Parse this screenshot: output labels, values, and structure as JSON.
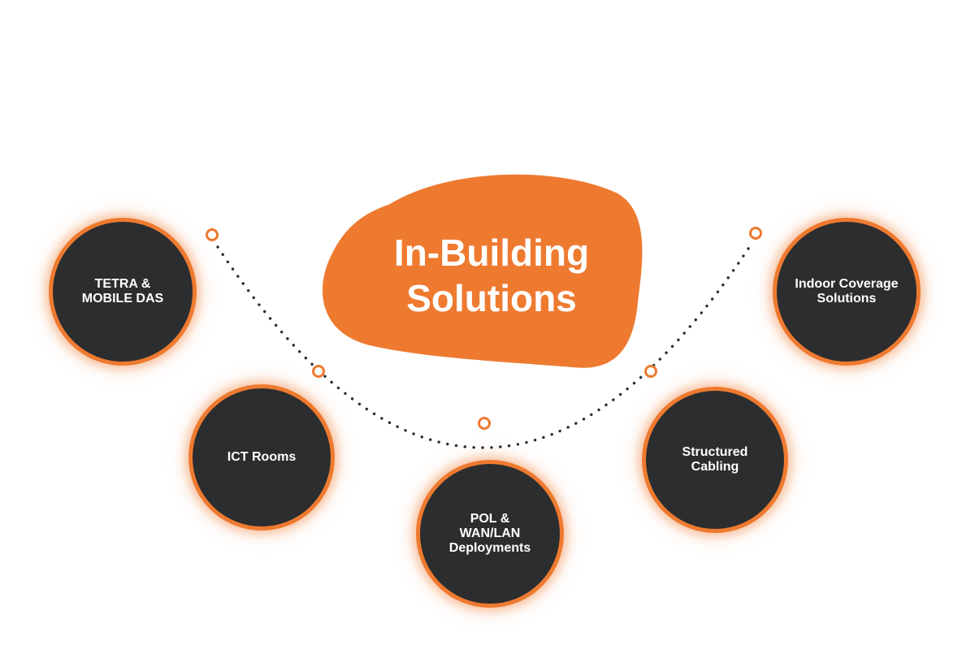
{
  "hub": {
    "title": "In-Building\nSolutions",
    "color": "#ee7a30"
  },
  "connector": {
    "color": "#2b2d2f",
    "ring_color": "#ee7a30"
  },
  "nodes": [
    {
      "id": "tetra-mobile-das",
      "label": "TETRA &\nMOBILE DAS"
    },
    {
      "id": "ict-rooms",
      "label": "ICT Rooms"
    },
    {
      "id": "pol-wan-lan",
      "label": "POL &\nWAN/LAN\nDeployments"
    },
    {
      "id": "structured-cabling",
      "label": "Structured\nCabling"
    },
    {
      "id": "indoor-coverage",
      "label": "Indoor Coverage\nSolutions"
    }
  ],
  "node_style": {
    "fill": "#2b2d2f",
    "border": "#ee7a30",
    "text": "#ffffff"
  }
}
